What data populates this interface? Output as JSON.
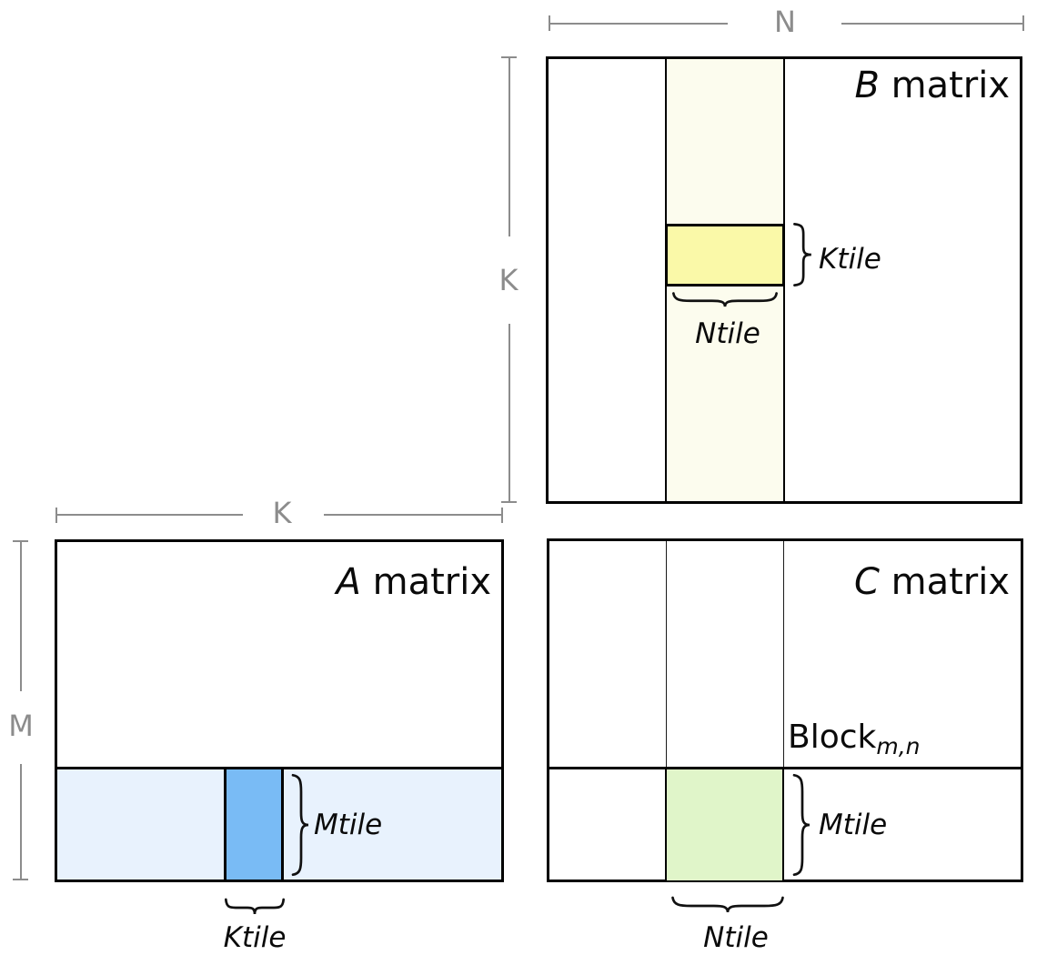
{
  "diagram": {
    "dimension_labels": {
      "n": "N",
      "k_beside_b": "K",
      "k_above_a": "K",
      "m": "M"
    },
    "matrix_b": {
      "title_var": "B",
      "title_word": " matrix",
      "ktile_label": "Ktile",
      "ntile_label": "Ntile"
    },
    "matrix_a": {
      "title_var": "A",
      "title_word": " matrix",
      "mtile_label": "Mtile",
      "ktile_label": "Ktile"
    },
    "matrix_c": {
      "title_var": "C",
      "title_word": " matrix",
      "block_label": "Block",
      "block_subscript": "m,n",
      "mtile_label": "Mtile",
      "ntile_label": "Ntile"
    },
    "colors": {
      "b_strip_fill": "#fcfcee",
      "b_ktile_fill": "#faf9a8",
      "a_strip_fill": "#e8f2fd",
      "a_ktile_fill": "#79bbf5",
      "c_block_fill": "#e0f5c9",
      "dimension_gray": "#8c8c8c",
      "line_black": "#000000"
    }
  }
}
